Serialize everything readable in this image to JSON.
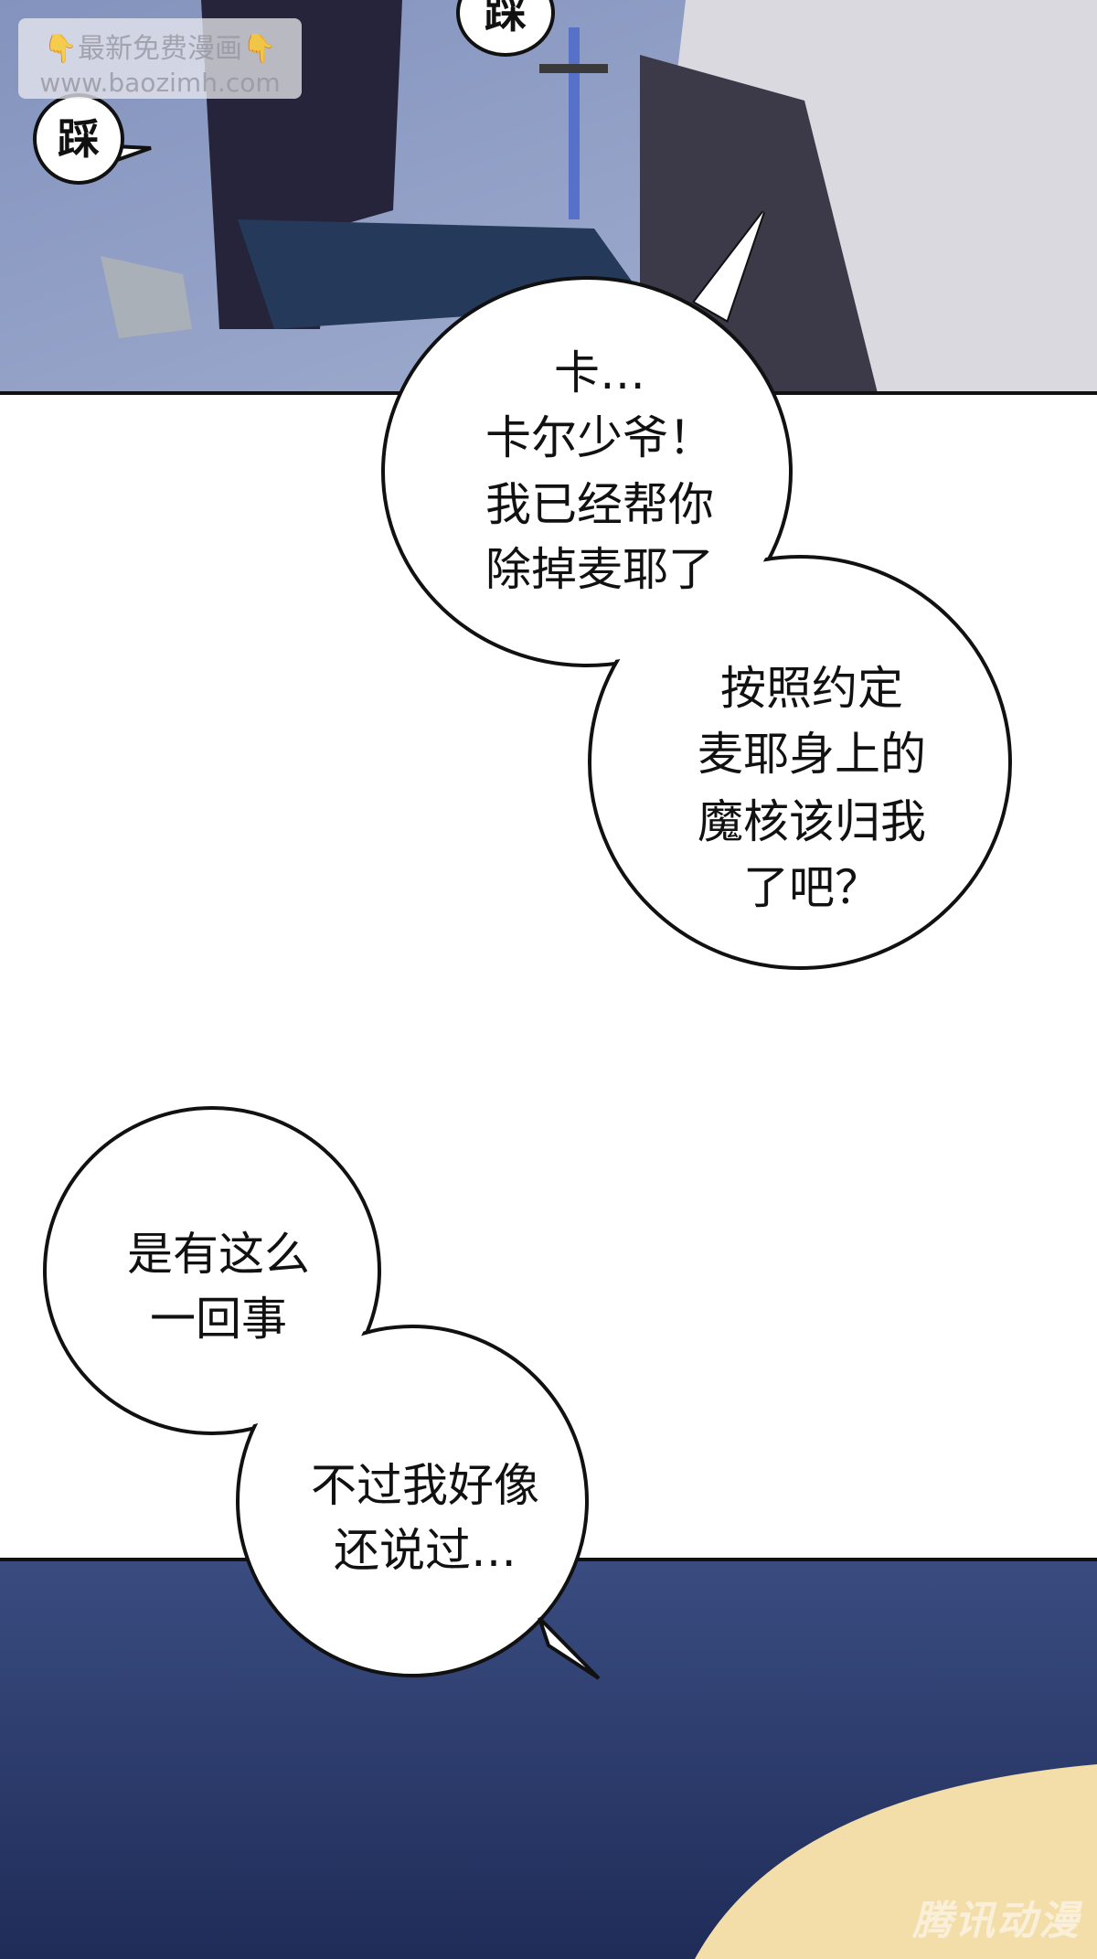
{
  "watermark": {
    "line1": "👇最新免费漫画👇",
    "line2": "www.baozimh.com"
  },
  "sfx": [
    "踩",
    "踩"
  ],
  "bubbles": [
    {
      "lines": [
        "卡…",
        "卡尔少爷！",
        "我已经帮你",
        "除掉麦耶了"
      ]
    },
    {
      "lines": [
        "按照约定",
        "麦耶身上的",
        "魔核该归我",
        "了吧？"
      ]
    },
    {
      "lines": [
        "是有这么",
        "一回事"
      ]
    },
    {
      "lines": [
        "不过我好像",
        "还说过…"
      ]
    }
  ],
  "publisher_logo": "腾讯动漫",
  "colors": {
    "top_panel": "#7f8fb8",
    "bottom_panel": "#2b3a6a",
    "hair": "#f3deaa"
  }
}
